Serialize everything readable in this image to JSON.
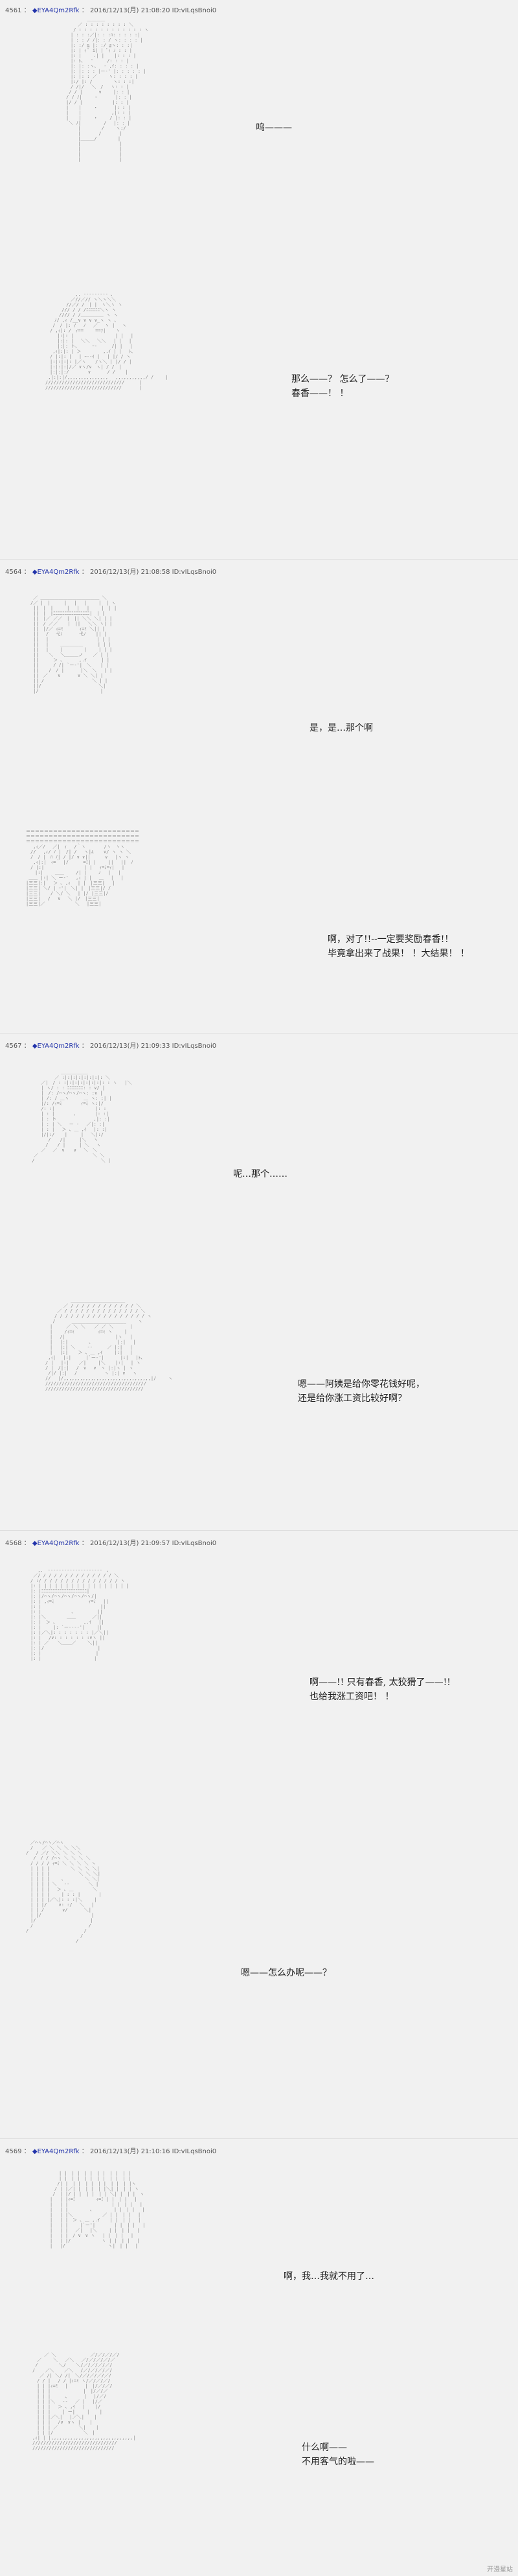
{
  "posts": [
    {
      "header": {
        "num": "4561",
        "poster": "◆EYA4Qm2Rfk",
        "meta": "2016/12/13(月) 21:08:20 ID:vILqsBnoi0"
      },
      "panels": [
        {
          "dialogue": "呜———"
        },
        {
          "dialogue": "那么——？ 怎么了——？\n春香——！ ！"
        }
      ]
    },
    {
      "header": {
        "num": "4564",
        "poster": "◆EYA4Qm2Rfk",
        "meta": "2016/12/13(月) 21:08:58 ID:vILqsBnoi0"
      },
      "panels": [
        {
          "dialogue": "是，是…那个啊"
        },
        {
          "dialogue": "啊，对了!!--一定要奖励春香!！\n毕竟拿出来了战果！ ！大结果！ ！"
        }
      ]
    },
    {
      "header": {
        "num": "4567",
        "poster": "◆EYA4Qm2Rfk",
        "meta": "2016/12/13(月) 21:09:33 ID:vILqsBnoi0"
      },
      "panels": [
        {
          "dialogue": "呢…那个……"
        },
        {
          "dialogue": "嗯——阿姨是给你零花钱好呢，\n还是给你涨工资比较好啊？"
        }
      ]
    },
    {
      "header": {
        "num": "4568",
        "poster": "◆EYA4Qm2Rfk",
        "meta": "2016/12/13(月) 21:09:57 ID:vILqsBnoi0"
      },
      "panels": [
        {
          "dialogue": "啊——!! 只有春香, 太狡猾了——!!\n也给我涨工资吧！ ！"
        },
        {
          "dialogue": "嗯——怎么办呢——？"
        }
      ]
    },
    {
      "header": {
        "num": "4569",
        "poster": "◆EYA4Qm2Rfk",
        "meta": "2016/12/13(月) 21:10:16 ID:vILqsBnoi0"
      },
      "panels": [
        {
          "dialogue": "啊，我…我就不用了…"
        },
        {
          "dialogue": "什么啊——\n不用客气的啦——"
        }
      ]
    }
  ],
  "ascii_art": {
    "a": "　　　　　 ＿＿＿＿\n　　　 ／ : : : : : : : : ＼\n　　 / : : : : : : : : : : : : ヽ\n　　| : : :／|: : :ﾊ: : : : :|\n　　| : : / ﾉ|: : / ヽ: : : : |\n　　|: :/ ≧ |: :/ ≦ヽ: : :|\n　　|: | ｨ ﾟ i| | ﾟｨ ﾉ : : |\n　　|: |　　 .| | 　 |: : : |\n　　|: ﾄ､　 '　　　/: : : |\n　　|: |: :ヽ、　 ‐ ,ｲ: : : : |\n　　|: |: : : |ー‐' |: : : : : |\n　　|: |: : ／　　 ヽ: : : : |\n　　|:/ |: /　　　　 ヽ: : :|\n　　/ /|/　 ＼　/　 ヽ: : |\n　 / / |　　　 ∨　 　|: : |\n　/ / ﾉ|　　 ・ 　 　 |: : |\n　|/ / |　　　　　　 |: : |\n　| 　 |　　 ・　　　 |: : |\n　| 　 |　　　　　　 ,|: : |\n　| 　 |　　 ・　　 / |: : |\n　 ＼ ﾉ|　　　　　/　 |: : |\n　　　 |　　　　 /　　 ヽ:/\n　　　 |　　　　/　　　　|\n　　　 |＿＿＿/　　　　 |\n　　　 |　　　　　　　　 |\n　　　 |　　　　　　　　 |\n　　　 |　　　　　　　　 |\n　　　 |　　　　　　　　 |",
    "b": "　　　　　　 ,. -‐‐‐‐‐‐‐- ､\n　　　　　 ／//／// ヽ＼ヽ＼＼\n　　　　 //／/ /　| |　ヽ＼ヽ ヽ\n　　　 /// / / /ﾆﾆﾆﾆﾆﾆ＼ヽ ヽ\n　　　//// / /＿＿＿＿＿ ヽ ヽ\n　　ﾉ/ ,ｨ /__∨ ∨ ∨ ∨_ヽ ヽ ､\n　 /　/ |: /　 ﾉ　 ／　 ヽ | 　ヽ\n　/ ,ｨ|: /　ｨ==　　 ==ｧ| 　 ヽ\n　　 |:|: | 　　　　　　　　 | | 　|\n　　 |:|: |　 ＼＼　 ＼＼　 | | 　|\n　　 |:|: ト､ 　　 ｰ- 　 　/| | 　|\n　 ,ｨ|:|: | ＞ 　 　　 ,.ｲ | | 　ﾄ､\n　/ |:|: |　 | ｰ‐‐ｲ |　 | |/ / ヽ\n　|:|:|:|: |／ヽ　　/ヽ＼ | |/ / |\n　|:|:|:|/／ ∨ヽ/∨　ヽ| / /　|\n　|:|:|:/　 　 　∨　　 　/ / 　 |\n ,|:|:|/,,,,,,,,,,,,,,,　 ,,,,,,,,,,,/ / 　　|\n///////////////////////////// 　 　|\n//////////////////////////// 　 　 |",
    "c": "　 ／ ＿＿＿＿＿＿＿＿＿＿＿＿＿ ＼\n　/／ |　|　　　|　 |　 |　　 |　| ヽ\n　 ||　|　|　　　|　 |　 |　　 |　| |\n　 ||　|　|ﾆﾆﾆﾆﾆﾆﾆﾆﾆﾆﾆﾆﾆﾆﾆﾆ|　| |\n　 ||　|／ ／／　|　|| ＼＼ ＼| | |\n　 ||　/ ／／ 　 |　|| 　＼＼ ヽ| |\n　 ||　|/／ ｨ=ﾐ　　　 ｨ=ﾐ ＼|| |\n　 ||　 /　 弋ﾉ　　　 弋ﾉ 　 || |\n　 || 　|　　　　　　　　　 　| | |\n　 || 　|　　 ＿＿＿＿＿ 　 　| | |\n　 || 　|　　 |　　　　 |　　 | | |\n　 || 　 ＼　 ＼＿＿＿ノ 　 ／ | |\n　 || 　　 ＞ ､　　　 ,.ｲ 　 　| |\n　 || 　　 / /| `ー‐'|　＼　　| |\n　 || 　 /　/ |　　 　|＼　＼ 　| |\n　 ||　／ 　 ∨ 　 　 ∨ ＼ ＼| |\n　 || /　　　　　　　　　　 ＼ | |\n　 ||/　　　　　　　　　　 　　＼|\n　 |/　　　　　　　　　　　　　 |",
    "d": "＝＝＝＝＝＝＝＝＝＝＝＝＝＝＝＝＝＝＝＝＝＝＝＝＝\n＝＝＝＝＝＝＝＝＝＝＝＝＝＝＝＝＝＝＝＝＝＝＝＝＝\n＝＝＝＝＝＝＝＝＝＝＝＝＝＝＝＝＝＝＝＝＝＝＝＝＝\n　 ,ｨ／/　 ／|　ｨ　 /｀ヽ　　　　/ヽ　ヽヽ\n　//　 ,ｨ/ ﾉ |　/| /　 ヽ|ﾑ 　 ∨/ ヽ ヽ ＼\n　/　/ |　ﾊ ﾉ| / |/ ∨ ∨|| 　　 ∨　 |ヽ ヽ\n　 ,ｨ|:|　ｨ=｀ |/ 　 　=ﾐ| |　　 ||　 ||　ﾉ\n　/ |:|　　　 　 　 　　| |　 ｨ=ﾐ=ｨ| 　|\n　　|:|　　 ＿＿　　 /| |　　 ﾉ　 | 　|\n ＿＿ |:| ＼ ー‐'　 ,ｨ | |　 ＿ 　| 　|\n|三三|:|　 ＞ ､ ,ｨ　 | |　|三三| 　|\n|三三| ＼/ | ｰ'|　＼| |　|三三|/ /\n|三三| 　 / ＼/ ＼　 | |/ |三三|/\n|三三|　 /　 ∨　 ＼ |/　|三三|\n|三三|／　　　　　　 ＼　 |三三|",
    "e": "　　　　　　　＿＿＿＿＿＿\n　　　　　 ／ :|:|:|:|:|:|:|: ＼\n　　 ／|　/ : :|:|:|:|:|:|:|: : ヽ　 |＼\n　　 | ヽ/ : : ﾆﾆﾆﾆﾆﾆﾆ: : ∨/ |\n　　 |　/: /⌒ヽ/⌒ヽ/⌒ヽ: :∨ |\n　　 | /: / ＿ヽ　 　 ＿ ヽ: :| |\n　　 |/: /ｨ=ﾐ　　 　 ｨ=ﾐ ヽ:|/\n　　 /: :|　　　　　　　　　|: :\n　　 | : |　　 　 ､ 　 　　|: :|\n　　 | : ト　　　　　　 　 ,|: :|\n　　 | : | ＼　 ー ‐　 ／|: :|\n　　 | : |　 ＞ ､ ＿ ,ｲ 　|: :|\n　　 |/|:/ 　 |　　　|　 ＼|:/\n　　 　 /　　/|　　　|＼　 ヽ\n　　　 /　　/ |　　　| ＼　 ヽ\n　　 ／　 ／　∨　　∨　 ＼　＼\n　／　　　　　　　　　　　　＼ ＼\n /　　　　　　　　　　　　　　 ＼ |",
    "f": "　　　　　 ＿＿＿＿＿＿＿＿＿＿＿＿\n　　　　／ / / / / / / / / / / / / ＼\n　　 ／ / / / / / / / / / / / / / / ＼\n　　/ / / / / / / / / / / / / / / / / ヽ\n　 /　　　 ____________________　　 ヽ\n　|　　　／ ＼ ＼　　／ ／ ＼　　 　|\n　|　　 /ｨ=ﾐ　　　 　 ｨ=ﾐ ヽ　　 |\n　|　 /| 　　 　　　 　 　　 |ヽ　 |\n　| 　|:|　　　　 ､　 　　 　 |:|　 |\n　| 　|:| ＼　　 ‐‐ 　　 ／ |:|　 |\n　|　 |:| 　 ＞ ､ ＿ ,ｲ　　 |:|　 |\n ,ｨ|　 |:| 　　 |`ー‐'| 　　　|:|　 |ﾄ､\n/ |　 |:| 　 ／|　　 |＼ 　 |:|　 | ヽ\n/ |　/|:|　 /　∨ 　∨　ヽ |:|ヽ | ヽ\n /|/ |:| 　/　　　　　　ヽ |:| ∨ 　ヽ\n//　 |/,,,,,,,,,,,,,,,,,,,,,,,,,,,,,,,,|/　　 ヽ\n/////////////////////////////////////\n////////////////////////////////////",
    "g": "　　 ,.　-‐‐‐‐‐‐‐‐‐‐‐‐‐‐‐‐‐‐-　、\n　 ／/ / / / / / / / / / / / / / ＼\n　/ :/ / / / / / / / / / / / / / / ヽ\n　|: | | | | | | | | | | | | | | | | |\n　|: |ﾆﾆﾆﾆﾆﾆﾆﾆﾆﾆﾆﾆﾆﾆﾆﾆﾆﾆﾆﾆ|\n　|: |/⌒ヽ/⌒ヽ/⌒ヽ/⌒ヽ/⌒ヽ/|\n　|: | ,ｨ=ﾐ　　　　　　　 ｨ=ﾐ 　||\n　|: |　　　　　　　　　　　　　||\n　|: |　　　　　 　、　 　　　 ||\n　|: |＼　　　　 ＿＿　　　 ／||\n　|: |　＞ ､ 　　　　　 ,.ｲ　 ||\n　|: |　　 |: `ー‐‐‐‐'|　 　||\n　|: |／＼|: : : : : : : |／＼||\n　|: |　 /∨: : : : : : :∨ヽ ||\n　|: | ／　　＼＿＿／　　 ＼||\n　|: |/ 　 　　　　　　　　　 |\n　|: |　 　　 　 　　 　 　　|\n　|: |　 　　　　　　　　　　|",
    "h": "　／⌒ヽ/⌒ヽ／⌒ヽ\n　/　　／ ＼ ＼ ＼ ＼＼\n/ 　/ ／/ ＼＼ ＼ ＼ ＼\n　 /　/ / /⌒ヽ ＼ ＼ ＼ ＼\n　/ / / / ｨ=ﾐ ＼ ＼ ＼ ＼ ヽ\n　| | | |　　　　 ＼ ＼ ＼ ＼|\n　| | | | 　　 　 　 ＼ ＼ ＼|\n　| | | |　　 、 　　　 ＼ ＼|\n　| | | | ＼ 　‐‐ 　　　 ＼ |\n　| | | |　 ＞ ､ ＿ 　　　 ＼\n　| | | |　　 | : : |　　　　|\n　| | | |／＼|: : :|＼　　 |\n　| | |/　　 ∨: :/　 ＼　 |\n　| | /　　　　∨/　　　 ＼|\n　| |/　　　　　　　　　　　|\n　|/　　　　　　　　　　　　|\n　/ 　　　　　　　　　　　 /\n/　 　　　　　　　　 　　/\n　　　　　　　　　　　　/\n　　　　　　　　　　　/",
    "i": "　　　| |　| |　| |　| |　| |　| |\n　　　| |　| |　| |　| |　| |　| |\n　　 /| |　| |　| |　| |　| |　| |ヽ\n　　/ | |／| |　| |　| |＼| |　| | ヽ\n　 /　| |/ | |　| |　| | ＼| |　| |　ヽ\n　|　 | |ｨ=ﾐ　　　　 ｨ=ﾐ | |　| |　 |\n　|　 | |　　　　　　　　　 | |　| |　 |\n　|　 | |　 　 　 、　 　 　 | |　| |　 |\n　|　 | |＼　　　　　　 ／ | |　| |　 |\n　|　 | |　＞ ､ ＿ ,.ｲ 　 | |　| |　 |\n　|　 | |　　 |`ー'|　　 　 | |　| |　 |\n　|　 | |　 ／|　 |＼　　 | |　| |　 |\n　|　 | |　/ ∨　∨ ヽ　 | |　| |　 |\n　|　 | |/　　 　 　 　ヽ | |　| |　 |\n　|　 |/ 　　　 　 　　　 ヽ|　| |　 |",
    "j": "　　 ／ ＼　　　　　　　 ／/／/／/／/\n　／ 　　＼　 ／＼　 ／/／/／/／/／\n /　　　　 ＼/ 　 ＼/／/／/／/／/\n/ 　 ／＼ 　 ／＼ 　/／/／/／/／/\n　 ／ /| ＼/ /|　＼/／/／/／/／/\n　/ / |　 / / |ｨ=ﾐ ヽ/／/／/／/\n　| | |ｨ=ﾐ　 | 　 　 |　|/／/／/\n　| | | 　　　　　　 |　|/／/／\n　| | | 　　 、　　　 | 　|/／/\n　| | |＼ 　‐‐ 　／ | 　|/／\n　| | | 　＞ ､ ,ｲ　 | 　 |/\n　| | |　　 | ー|　　 | 　 |\n　| | |／＼|　 |／＼| 　 |\n　| | |　 /∨　∨ヽ |　　|\n　| | | ／　　 　　＼| 　 |\n　| | |/　　　　　　 ＼　|\n,ｨ| | |,,,,,,,,,,,,,,,,,,,,,,,,,,,,,,|\n///////////////////////////////\n//////////////////////////////"
  },
  "watermark": "开漫星站"
}
